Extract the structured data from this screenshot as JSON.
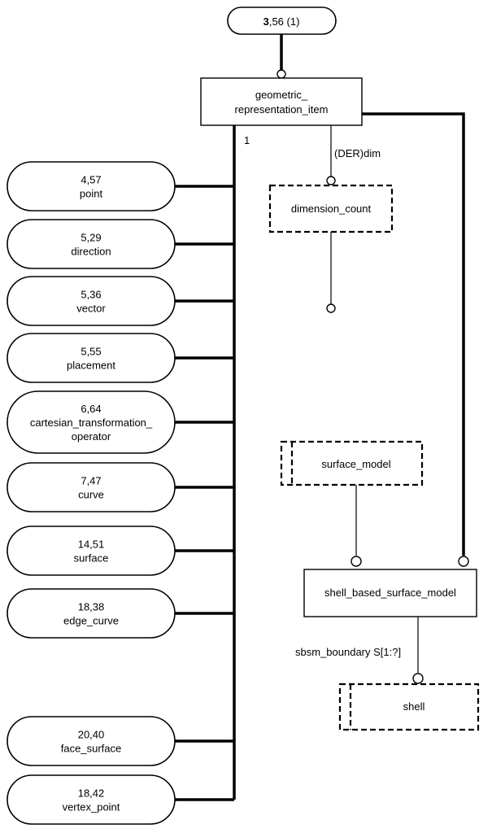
{
  "page_ref": {
    "bold": "3",
    "rest": ",56 (1)"
  },
  "geometric_representation_item": {
    "line1": "geometric_",
    "line2": "representation_item"
  },
  "cardinality_label": "1",
  "der_dim_label": "(DER)dim",
  "dimension_count": "dimension_count",
  "surface_model": "surface_model",
  "shell_based_surface_model": "shell_based_surface_model",
  "sbsm_boundary_label": "sbsm_boundary S[1:?]",
  "shell": "shell",
  "subtypes": [
    {
      "ref": "4,57",
      "name": "point"
    },
    {
      "ref": "5,29",
      "name": "direction"
    },
    {
      "ref": "5,36",
      "name": "vector"
    },
    {
      "ref": "5,55",
      "name": "placement"
    },
    {
      "ref": "6,64",
      "name": "cartesian_transformation_",
      "name2": "operator"
    },
    {
      "ref": "7,47",
      "name": "curve"
    },
    {
      "ref": "14,51",
      "name": "surface"
    },
    {
      "ref": "18,38",
      "name": "edge_curve"
    },
    {
      "ref": "20,40",
      "name": "face_surface"
    },
    {
      "ref": "18,42",
      "name": "vertex_point"
    }
  ]
}
